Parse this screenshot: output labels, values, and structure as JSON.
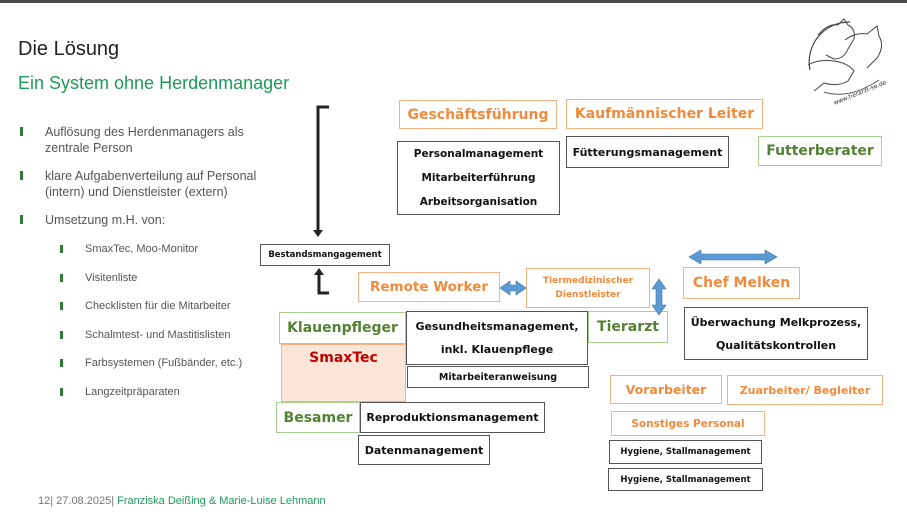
{
  "slide": {
    "title": "Die Lösung",
    "subtitle": "Ein System ohne Herdenmanager"
  },
  "bullets": [
    "Auflösung des Herdenmanagers als zentrale Person",
    "klare Aufgabenverteilung auf Personal (intern) und Dienstleister (extern)",
    "Umsetzung m.H. von:"
  ],
  "sub_bullets": [
    "SmaxTec, Moo-Monitor",
    "Visitenliste",
    "Checklisten für die Mitarbeiter",
    "Schalmtest- und Mastitislisten",
    "Farbsystemen (Fußbänder, etc.)",
    "Langzeitpräparaten"
  ],
  "diagram": {
    "roles": {
      "geschaeftsfuehrung": "Geschäftsführung",
      "kaufm_leiter": "Kaufmännischer Leiter",
      "futterberater": "Futterberater",
      "remote_worker": "Remote Worker",
      "tiermed_dienstleister": "Tiermedizinischer Dienstleister",
      "chef_melken": "Chef Melken",
      "klauenpfleger": "Klauenpfleger",
      "tierarzt": "Tierarzt",
      "smaxtec": "SmaxTec",
      "besamer": "Besamer",
      "vorarbeiter": "Vorarbeiter",
      "zuarbeiter": "Zuarbeiter/ Begleiter",
      "sonstiges": "Sonstiges Personal"
    },
    "tasks": {
      "personal": [
        "Personalmanagement",
        "Mitarbeiterführung",
        "Arbeitsorganisation"
      ],
      "fuetterung": "Fütterungsmanagement",
      "bestand": "Bestandsmangagement",
      "gesundheit_1": "Gesundheitsmanagement,",
      "gesundheit_2": "inkl. Klauenpflege",
      "melk_1": "Überwachung Melkprozess,",
      "melk_2": "Qualitätskontrollen",
      "mitarbeiteranweisung": "Mitarbeiteranweisung",
      "reproduktion": "Reproduktionsmanagement",
      "daten": "Datenmanagement",
      "hygiene_1": "Hygiene, Stallmanagement",
      "hygiene_2": "Hygiene, Stallmanagement"
    },
    "colors": {
      "orange_text": "#f08a3c",
      "orange_border": "#f4b183",
      "green_text": "#548235",
      "green_border": "#a9d18e",
      "smaxtec_fill": "#fbe5d6",
      "smaxtec_text": "#c00000",
      "arrow_blue": "#5b9bd5"
    }
  },
  "logo": {
    "icon": "animals-circle-logo-icon",
    "text": "www.tierarzt-se.de"
  },
  "footer": {
    "page_date": "12| 27.08.2025|",
    "authors": "Franziska Deißing & Marie-Luise Lehmann"
  }
}
